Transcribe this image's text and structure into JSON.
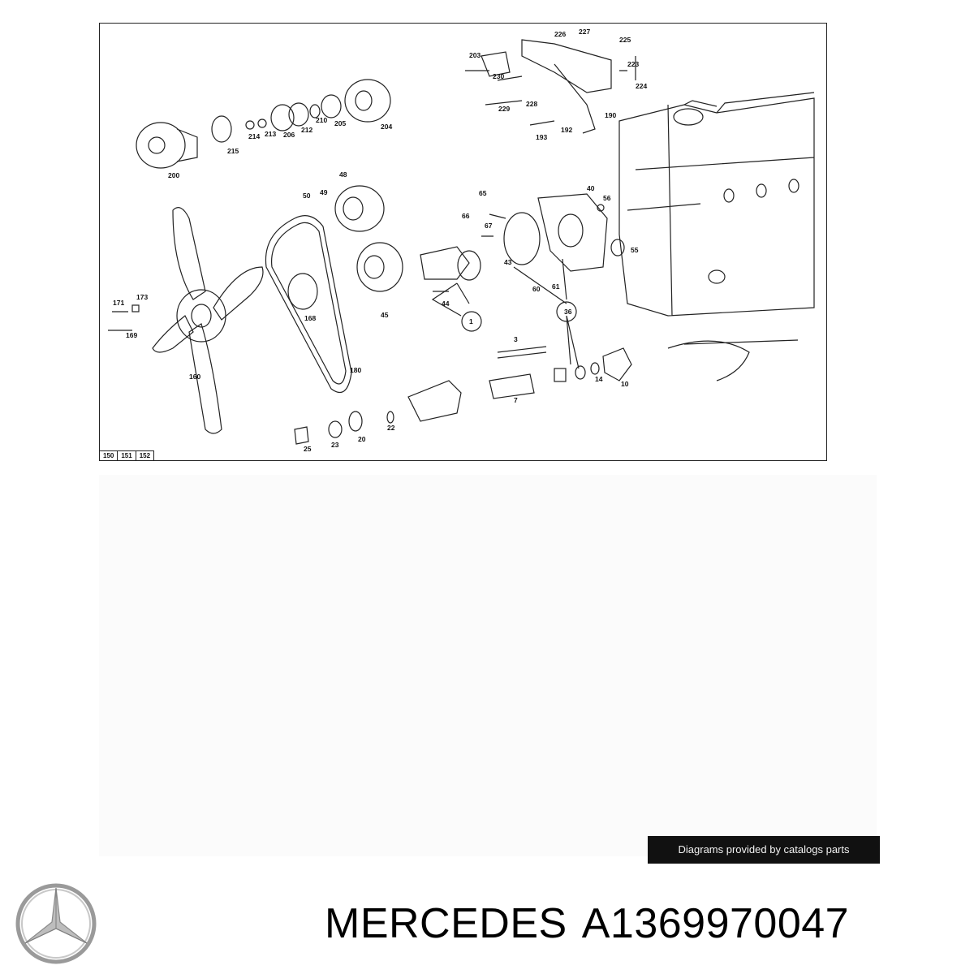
{
  "diagram": {
    "page_refs": [
      "150",
      "151",
      "152"
    ],
    "callouts": [
      "226",
      "227",
      "225",
      "203",
      "223",
      "230",
      "224",
      "229",
      "228",
      "190",
      "192",
      "193",
      "200",
      "215",
      "214",
      "213",
      "206",
      "212",
      "210",
      "205",
      "204",
      "48",
      "50",
      "49",
      "65",
      "40",
      "56",
      "66",
      "67",
      "55",
      "43",
      "60",
      "61",
      "171",
      "173",
      "169",
      "168",
      "45",
      "44",
      "1",
      "36",
      "3",
      "180",
      "160",
      "14",
      "10",
      "7",
      "22",
      "25",
      "23",
      "20"
    ]
  },
  "credit": "Diagrams provided by catalogs parts",
  "brand": {
    "name": "MERCEDES",
    "part_number": "A1369970047",
    "logo_icon": "mercedes-star-icon",
    "logo_color": "#9a9a9a"
  }
}
